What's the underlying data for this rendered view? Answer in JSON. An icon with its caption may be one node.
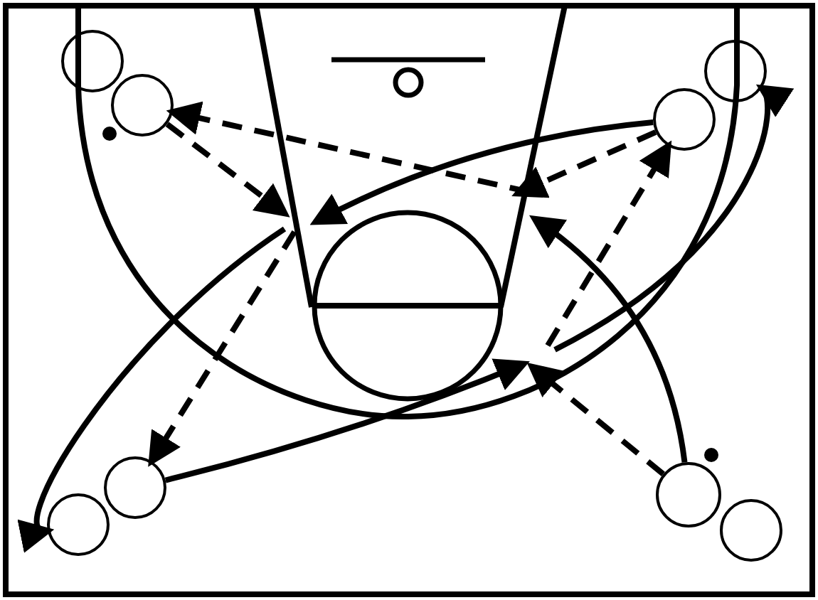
{
  "diagram": {
    "nodes": [
      {
        "text": [],
        "shape": "circle"
      },
      {
        "text": [],
        "shape": "circle"
      },
      {
        "text": [],
        "shape": "circle"
      },
      {
        "text": [],
        "shape": "circle"
      },
      {
        "text": [],
        "shape": "circle"
      },
      {
        "text": [],
        "shape": "circle"
      },
      {
        "text": [],
        "shape": "circle"
      },
      {
        "text": [],
        "shape": "circle"
      }
    ],
    "edges": [
      {
        "from": 1,
        "to": null,
        "arrow": "to",
        "style": "dashed"
      },
      {
        "from": 3,
        "to": null,
        "arrow": "to",
        "style": "dashed"
      },
      {
        "from": 4,
        "to": null,
        "arrow": "to",
        "style": "dashed"
      },
      {
        "from": 6,
        "to": null,
        "arrow": "to"
      },
      {
        "from": 3,
        "to": null,
        "arrow": "to"
      },
      {
        "from": 4,
        "to": null,
        "arrow": "to"
      },
      {
        "from": null,
        "to": 7,
        "arrow": "to"
      },
      {
        "from": null,
        "to": 2,
        "arrow": "to"
      },
      {
        "from": null,
        "to": 6,
        "arrow": "to",
        "style": "dashed"
      },
      {
        "from": null,
        "to": 3,
        "arrow": "to",
        "style": "dashed"
      },
      {
        "from": null,
        "to": 1,
        "arrow": "to",
        "style": "dashed"
      }
    ]
  }
}
